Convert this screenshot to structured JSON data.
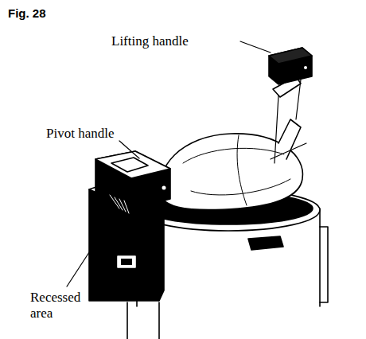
{
  "diagram": {
    "title": "Fig. 28",
    "labels": [
      "Lifting handle",
      "Pivot handle",
      "Recessed area"
    ]
  }
}
